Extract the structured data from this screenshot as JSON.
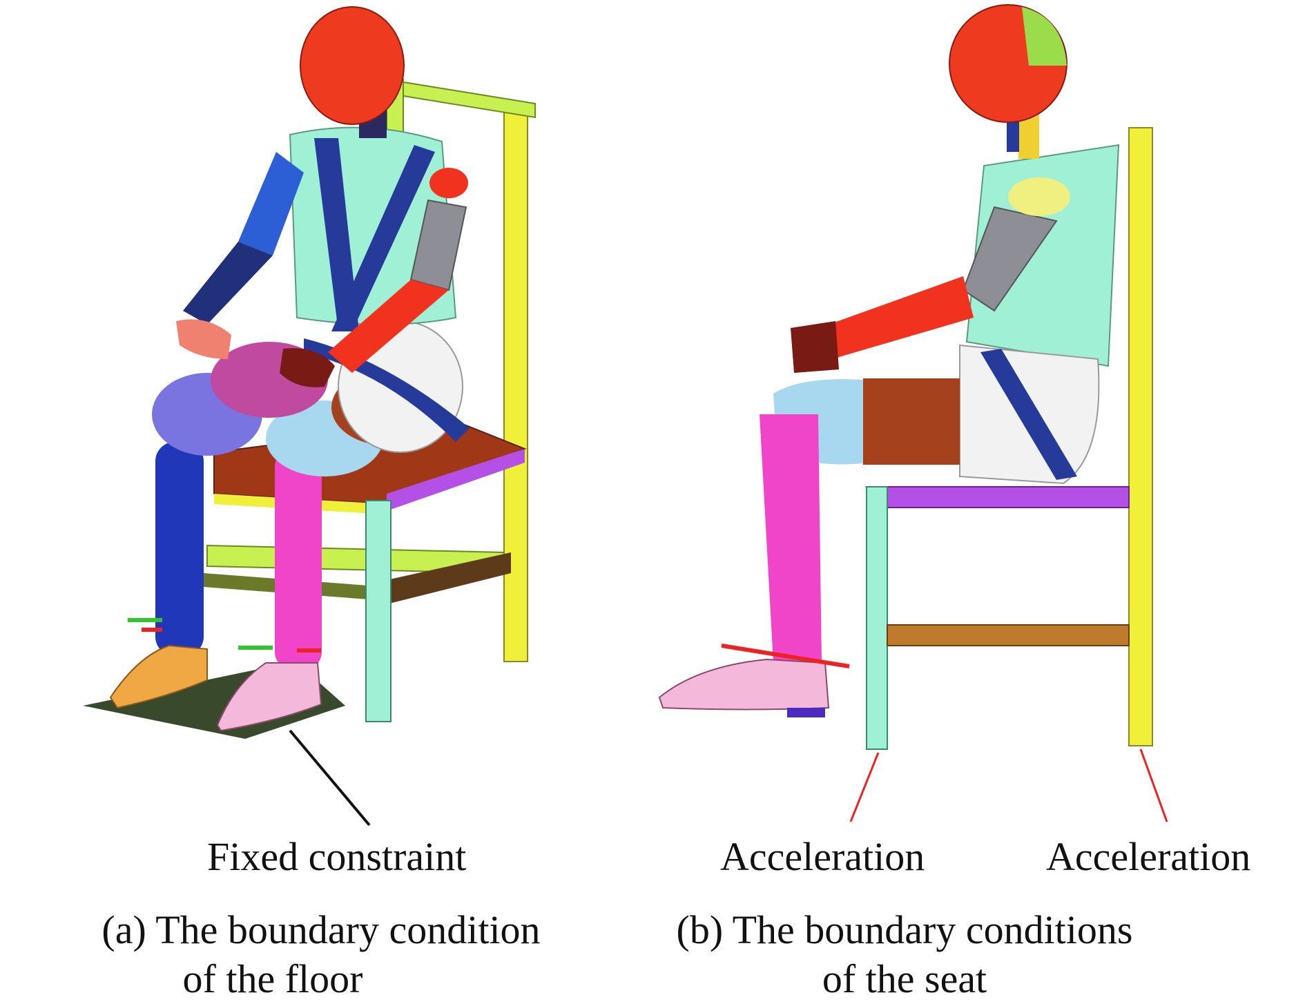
{
  "labels": {
    "fixed_constraint": "Fixed constraint",
    "acceleration_front": "Acceleration",
    "acceleration_rear": "Acceleration"
  },
  "captions": {
    "a_line1": "(a) The boundary condition",
    "a_line2": "of the floor",
    "b_line1": "(b) The boundary conditions",
    "b_line2": "of the seat"
  },
  "colors": {
    "head": "#ee3a1e",
    "torso": "#9ff0d4",
    "seat_belt": "#263a9a",
    "upper_arm_grey": "#8e8e96",
    "arm_red": "#f0321e",
    "arm_blue": "#2c5ed6",
    "thigh_light_blue": "#a8d8f0",
    "thigh_brown": "#a5421d",
    "pelvis_white": "#f2f2f2",
    "shin_pink": "#f045c8",
    "shin_blue": "#1f37b8",
    "shoe_pink": "#f4b9da",
    "shoe_orange": "#f0a845",
    "chair_yellow": "#f0f03a",
    "chair_yellow_green": "#c8f050",
    "chair_seat_red": "#a03818",
    "chair_seat_purple": "#b450e6",
    "chair_leg_mint": "#9ff0d4",
    "chair_rail_brown": "#c07a2e",
    "floor_plate": "#394a2c",
    "leader_black": "#111111",
    "leader_red": "#ee2222"
  }
}
